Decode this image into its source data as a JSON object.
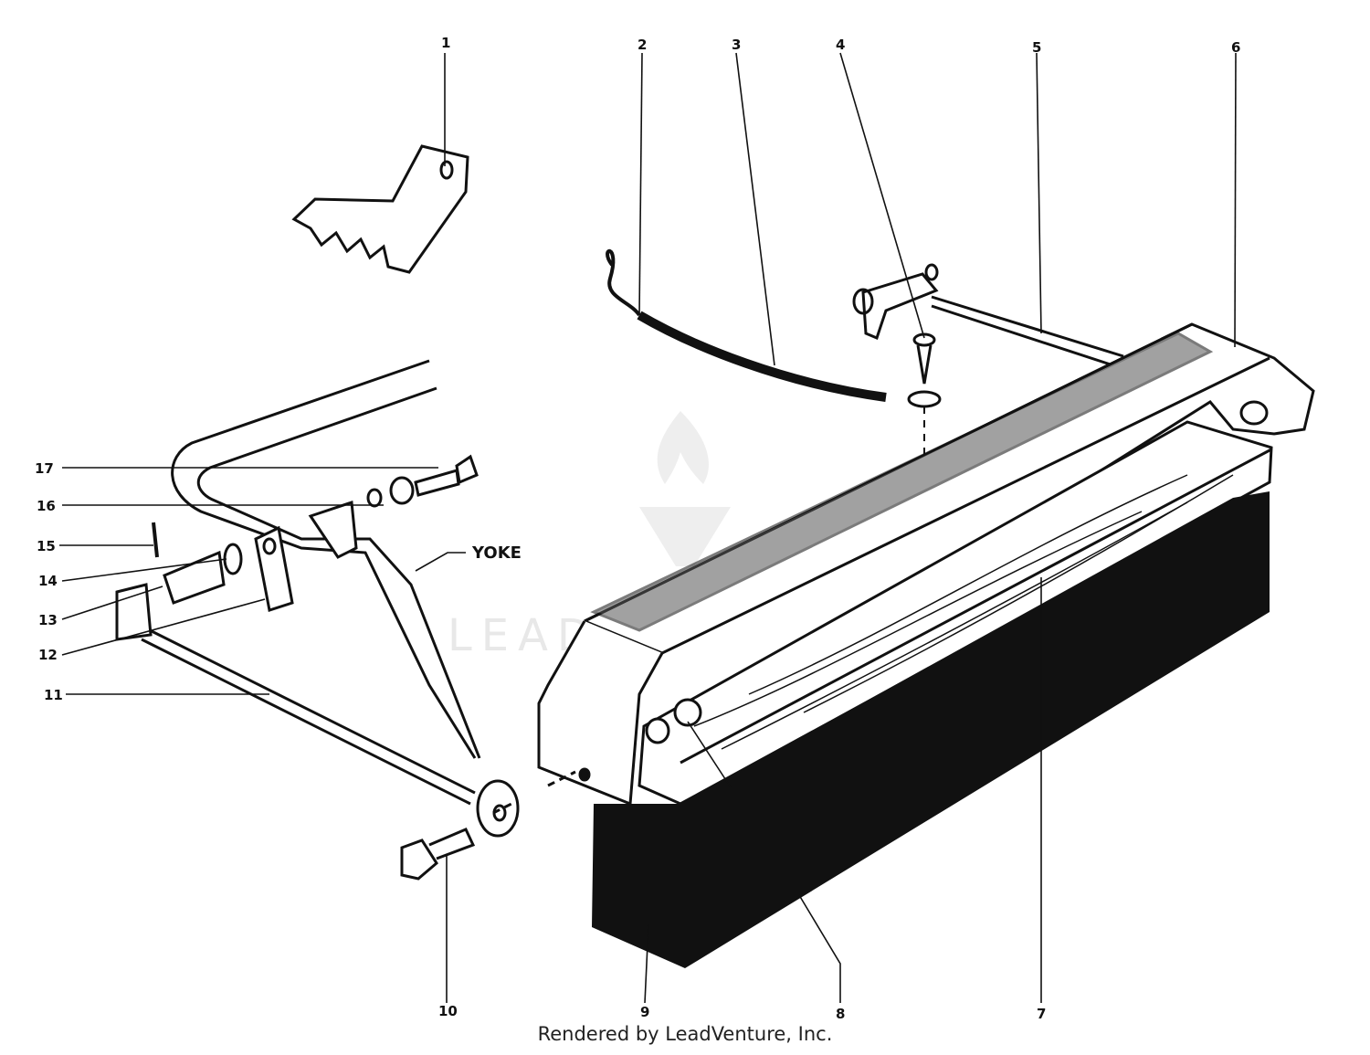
{
  "callouts": [
    {
      "num": "1"
    },
    {
      "num": "2"
    },
    {
      "num": "3"
    },
    {
      "num": "4"
    },
    {
      "num": "5"
    },
    {
      "num": "6"
    },
    {
      "num": "7"
    },
    {
      "num": "8"
    },
    {
      "num": "9"
    },
    {
      "num": "10"
    },
    {
      "num": "11"
    },
    {
      "num": "12"
    },
    {
      "num": "13"
    },
    {
      "num": "14"
    },
    {
      "num": "15"
    },
    {
      "num": "16"
    },
    {
      "num": "17"
    }
  ],
  "yoke_label": "YOKE",
  "watermark": "LEADVENTURE",
  "credit": "Rendered by LeadVenture, Inc.",
  "colors": {
    "ink": "#111111",
    "paper": "#ffffff",
    "watermark": "#e8e8e8"
  }
}
